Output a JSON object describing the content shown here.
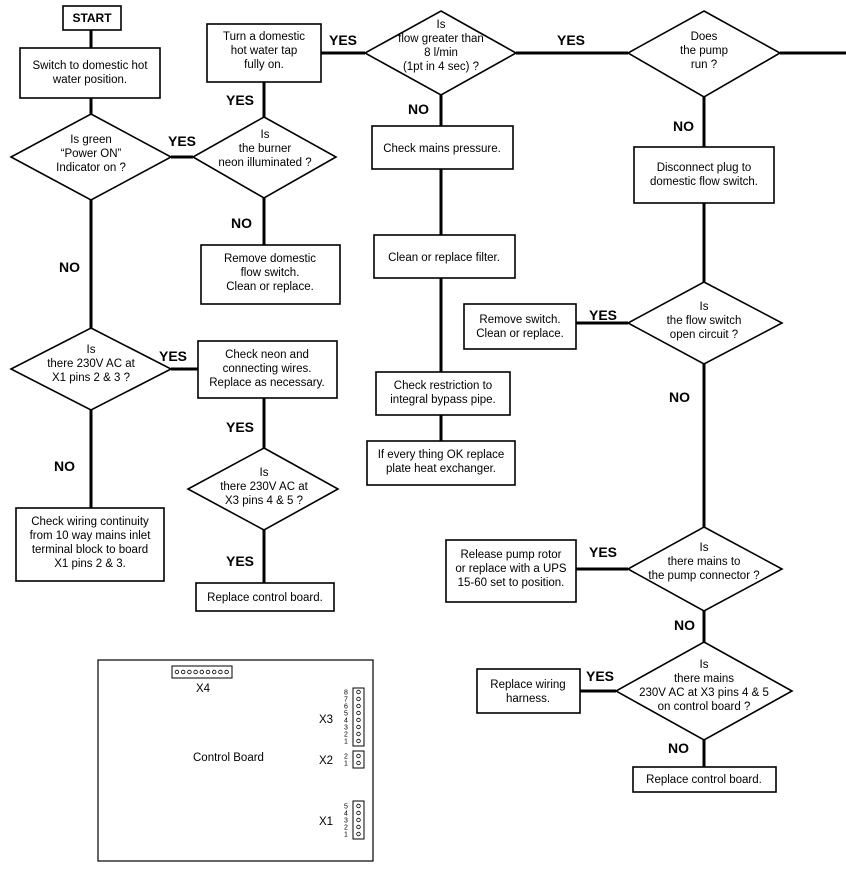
{
  "start": "START",
  "boxes": {
    "switch_dhw": [
      "Switch to domestic hot",
      "water position."
    ],
    "turn_tap": [
      "Turn a domestic",
      "hot water tap",
      "fully on."
    ],
    "remove_flow_switch": [
      "Remove domestic",
      "flow switch.",
      "Clean or replace."
    ],
    "check_neon": [
      "Check neon and",
      "connecting wires.",
      "Replace as necessary."
    ],
    "check_wiring": [
      "Check wiring continuity",
      "from 10 way mains inlet",
      "terminal block to board",
      "X1 pins 2 & 3."
    ],
    "replace_board_left": [
      "Replace control board."
    ],
    "check_mains": [
      "Check mains pressure."
    ],
    "clean_filter": [
      "Clean or replace filter."
    ],
    "check_restriction": [
      "Check restriction to",
      "integral bypass pipe."
    ],
    "replace_phe": [
      "If every thing OK replace",
      "plate heat exchanger."
    ],
    "disconnect_plug": [
      "Disconnect plug to",
      "domestic flow switch."
    ],
    "remove_switch": [
      "Remove switch.",
      "Clean or replace."
    ],
    "release_rotor": [
      "Release pump rotor",
      "or replace with a UPS",
      "15-60 set to position."
    ],
    "replace_harness": [
      "Replace wiring",
      "harness."
    ],
    "replace_board_right": [
      "Replace control board."
    ]
  },
  "decisions": {
    "power_on": [
      "Is green",
      "“Power ON”",
      "Indicator on ?"
    ],
    "burner_neon": [
      "Is",
      "the burner",
      "neon illuminated ?"
    ],
    "x1_230v": [
      "Is",
      "there 230V AC at",
      "X1 pins 2 & 3 ?"
    ],
    "x3_230v": [
      "Is",
      "there 230V AC at",
      "X3 pins 4 & 5 ?"
    ],
    "flow_8": [
      "Is",
      "flow greater than",
      "8 l/min",
      "(1pt in 4 sec) ?"
    ],
    "pump_run": [
      "Does",
      "the pump",
      "run ?"
    ],
    "flow_switch_open": [
      "Is",
      "the flow switch",
      "open circuit ?"
    ],
    "mains_pump": [
      "Is",
      "there mains to",
      "the pump connector ?"
    ],
    "mains_x3": [
      "Is",
      "there mains",
      "230V AC at X3 pins 4 & 5",
      "on control board ?"
    ]
  },
  "labels": {
    "yes": "YES",
    "no": "NO"
  },
  "control_board": {
    "title": "Control Board",
    "x4": "X4",
    "x3": "X3",
    "x2": "X2",
    "x1": "X1",
    "x3_pins": [
      "8",
      "7",
      "6",
      "5",
      "4",
      "3",
      "2",
      "1"
    ],
    "x2_pins": [
      "2",
      "1"
    ],
    "x1_pins": [
      "5",
      "4",
      "3",
      "2",
      "1"
    ]
  }
}
